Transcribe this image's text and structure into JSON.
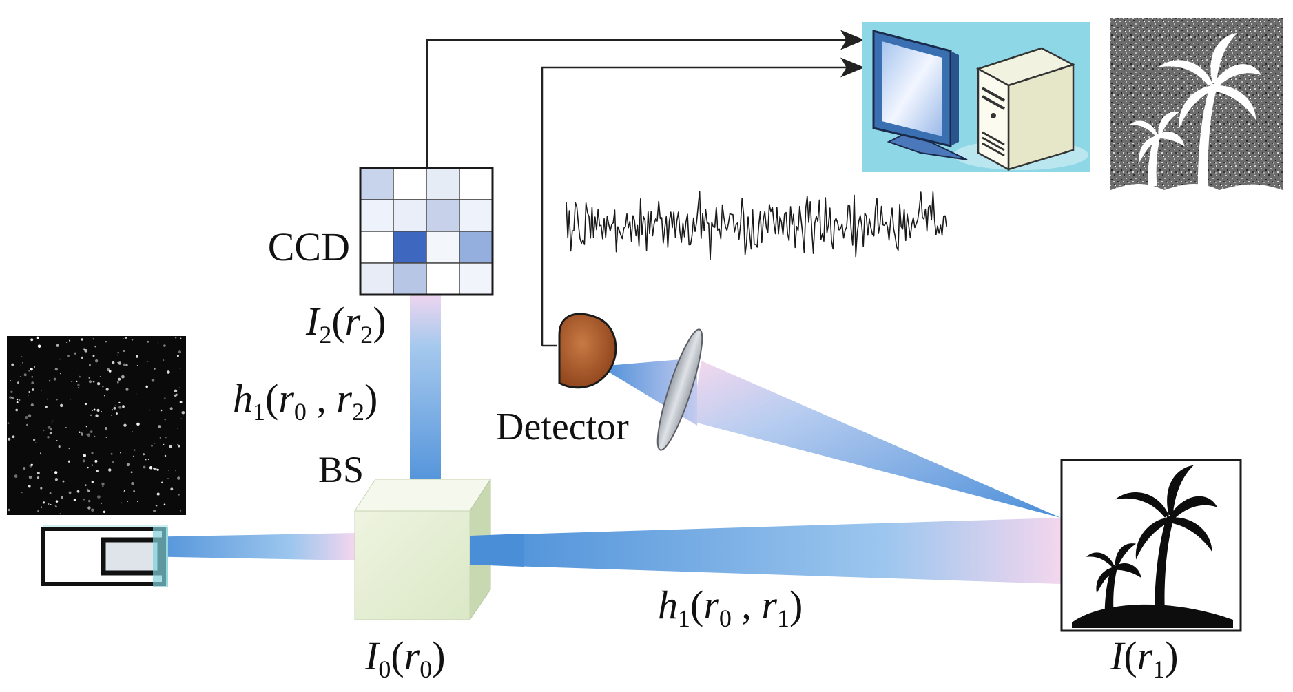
{
  "labels": {
    "ccd": "CCD",
    "bs": "BS",
    "detector": "Detector"
  },
  "math": {
    "i2_r2": {
      "base": "I",
      "sub": "2",
      "open": "(",
      "var": "r",
      "var_sub": "2",
      "close": ")"
    },
    "h1_r0_r2": {
      "base": "h",
      "sub": "1",
      "open": "(",
      "var1": "r",
      "var1_sub": "0",
      "sep": " , ",
      "var2": "r",
      "var2_sub": "2",
      "close": ")"
    },
    "h1_r0_r1": {
      "base": "h",
      "sub": "1",
      "open": "(",
      "var1": "r",
      "var1_sub": "0",
      "sep": " , ",
      "var2": "r",
      "var2_sub": "1",
      "close": ")"
    },
    "i0_r0": {
      "base": "I",
      "sub": "0",
      "open": "(",
      "var": "r",
      "var_sub": "0",
      "close": ")"
    },
    "i_r1": {
      "base": "I",
      "open": "(",
      "var": "r",
      "var_sub": "1",
      "close": ")"
    }
  },
  "colors": {
    "beam_blue": "#4a8ed8",
    "beam_pink": "#f3d6ee",
    "ccd_dark": "#3e68c0",
    "detector_brown": "#a9582a",
    "computer_bg": "#8ed7e6"
  },
  "icons": [
    "laser-icon",
    "beam-splitter-icon",
    "ccd-icon",
    "detector-icon",
    "lens-icon",
    "computer-icon",
    "palm-object-icon"
  ]
}
